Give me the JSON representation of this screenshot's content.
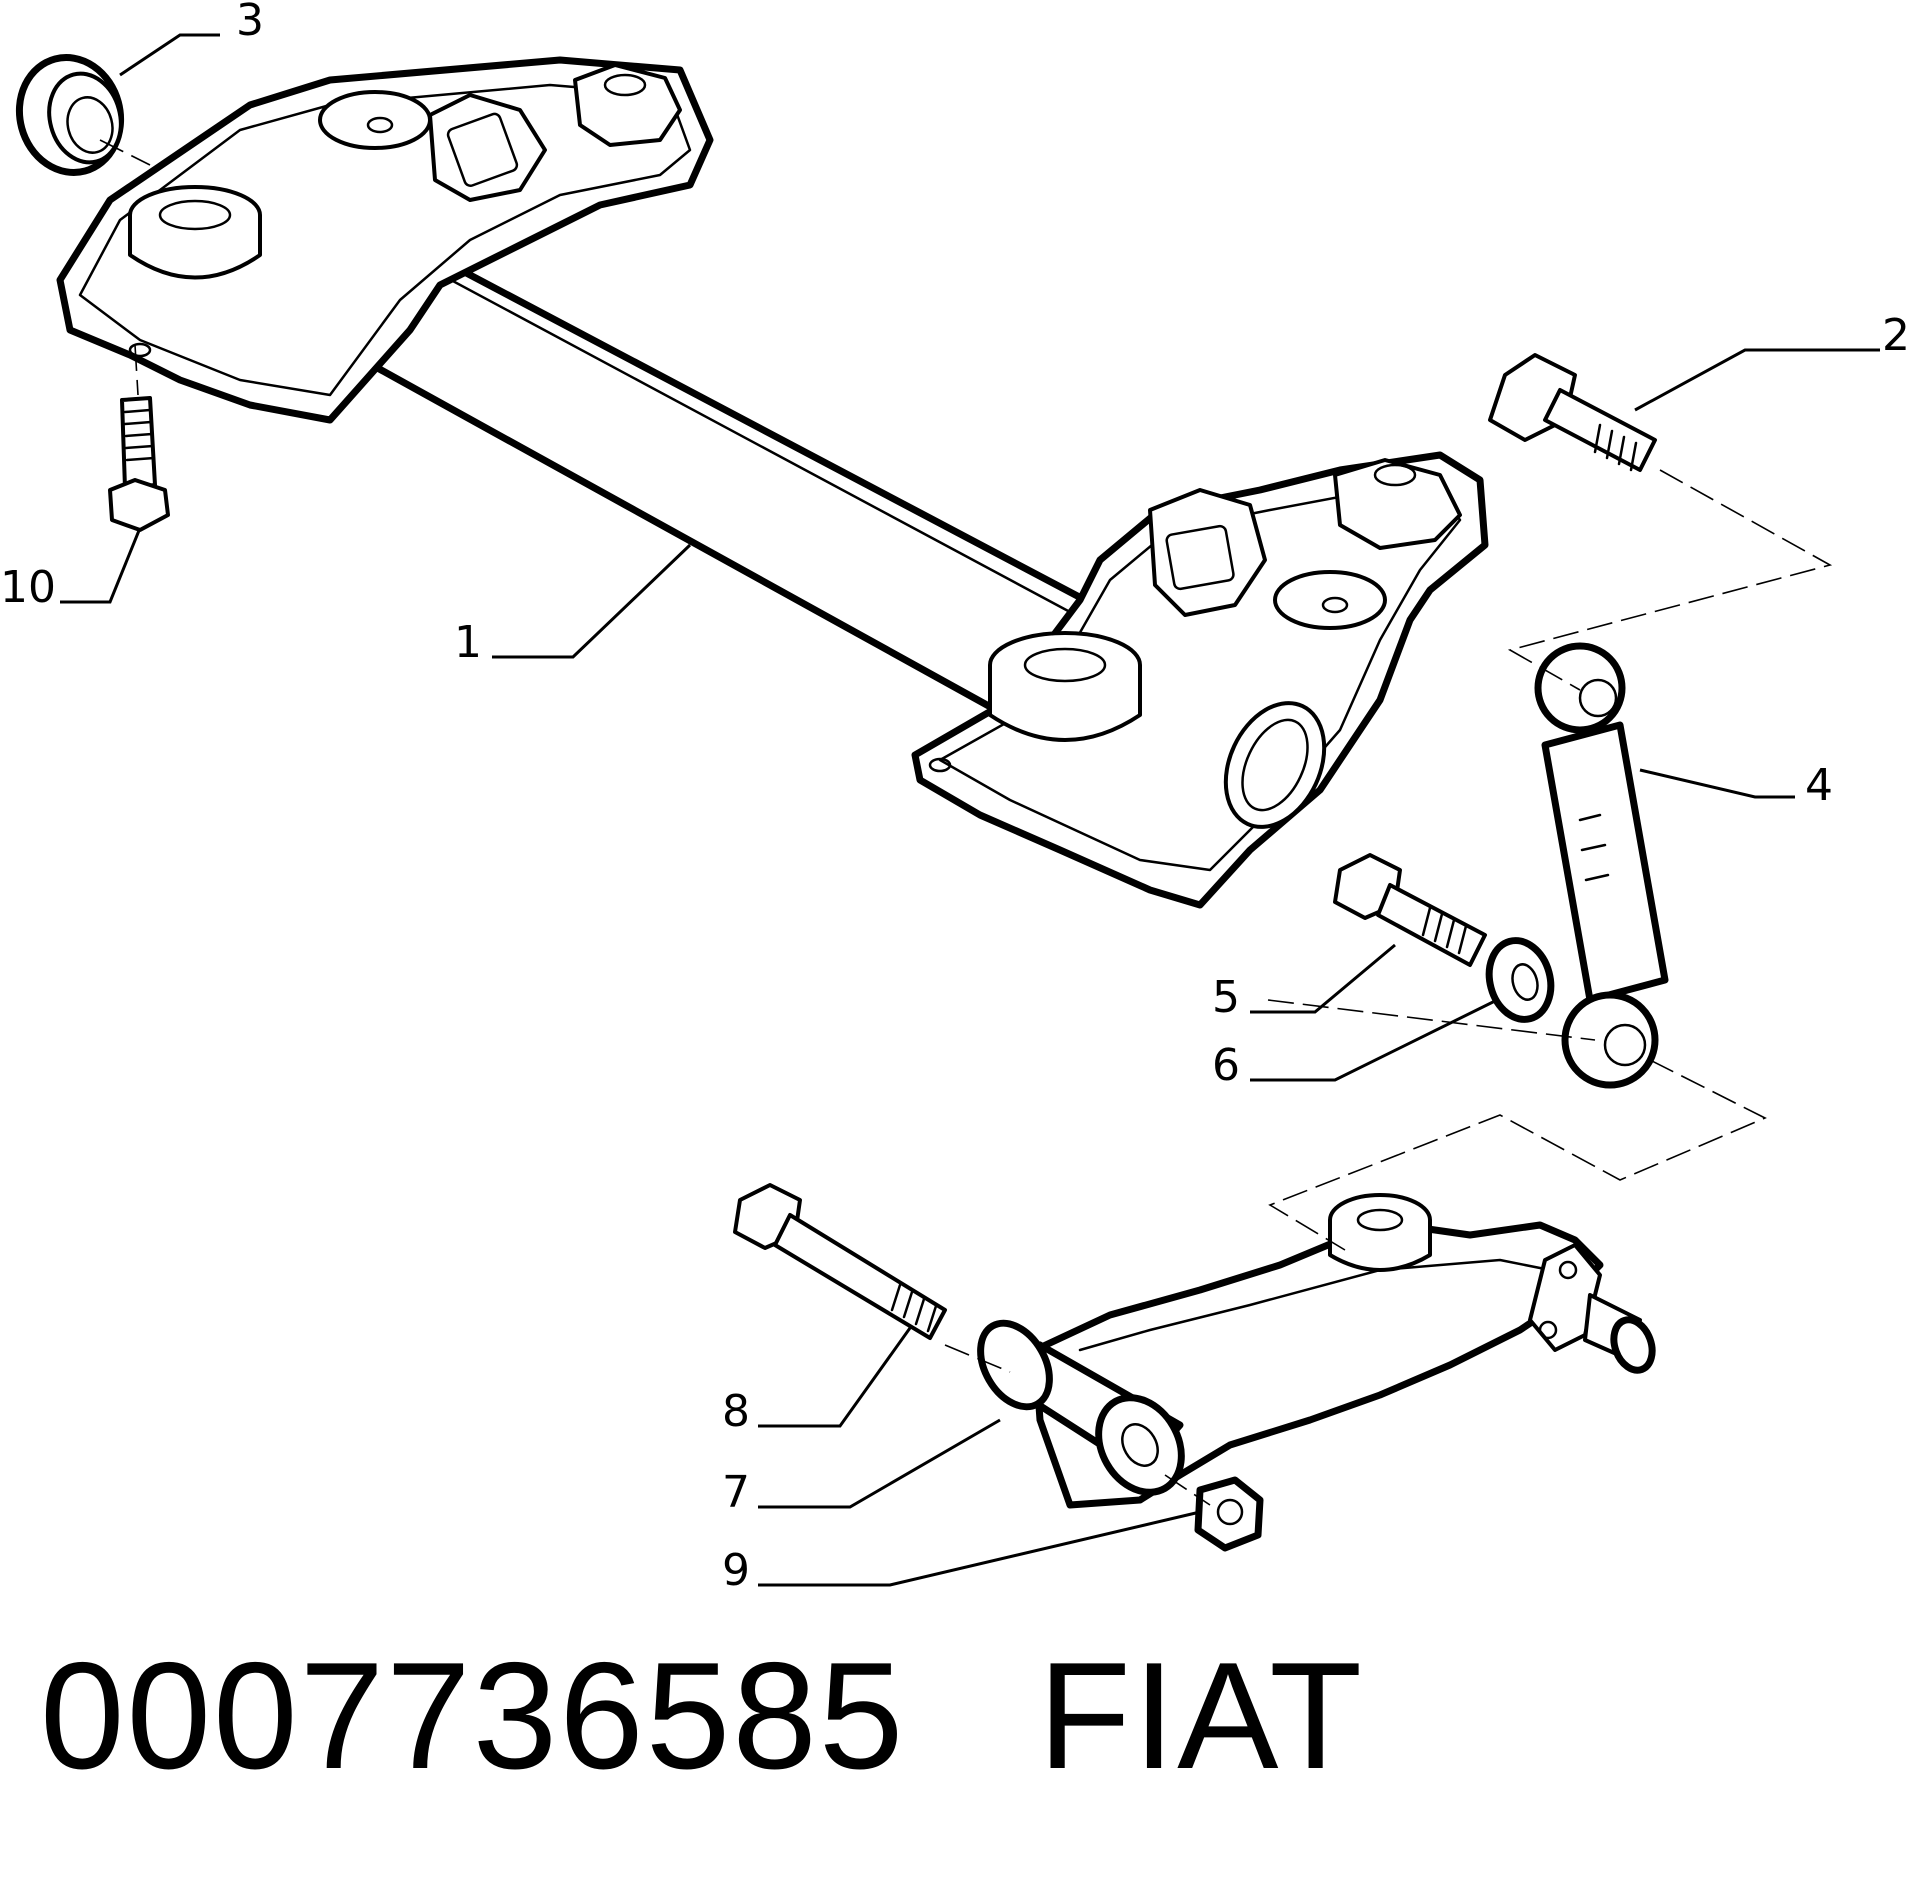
{
  "callouts": {
    "c1": "1",
    "c2": "2",
    "c3": "3",
    "c4": "4",
    "c5": "5",
    "c6": "6",
    "c7": "7",
    "c8": "8",
    "c9": "9",
    "c10": "10"
  },
  "caption": {
    "part_number": "0007736585",
    "brand": "FIAT"
  }
}
